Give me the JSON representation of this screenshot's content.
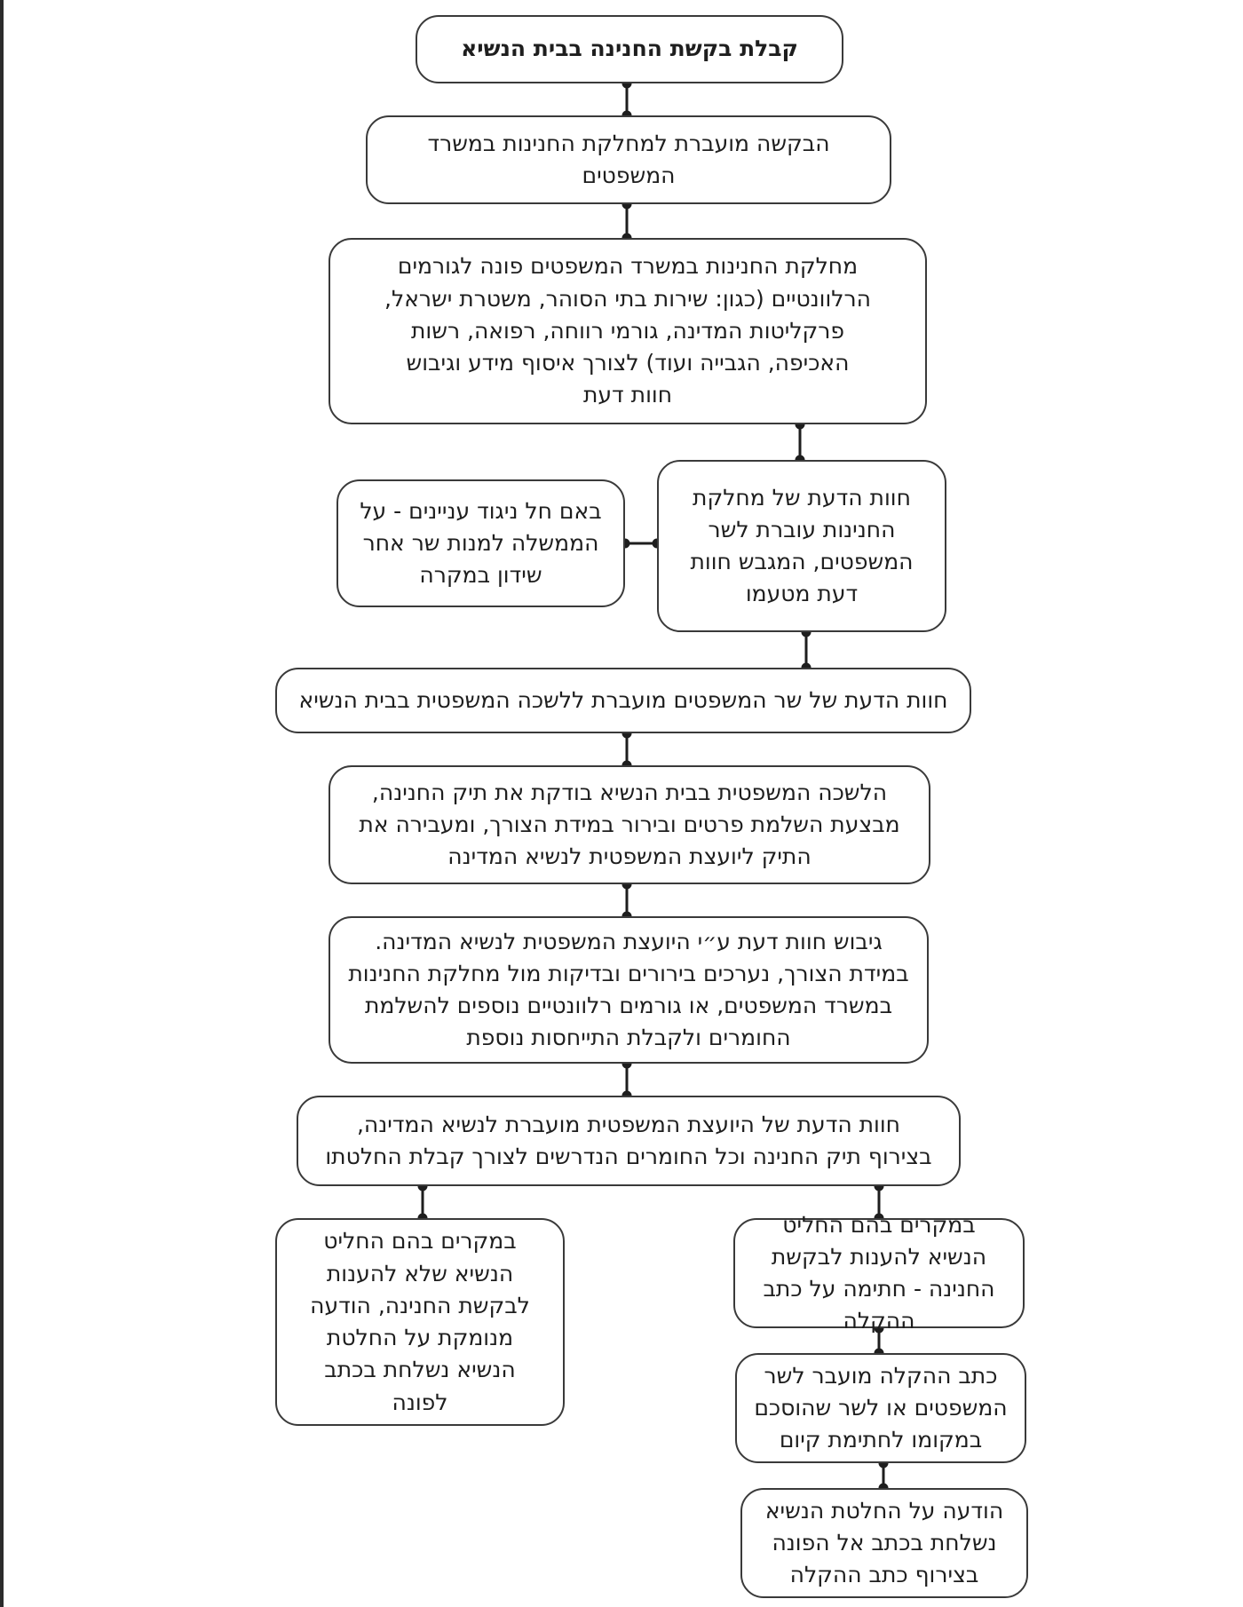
{
  "flowchart": {
    "steps": [
      {
        "id": "n1",
        "text": "קבלת בקשת החנינה בבית הנשיא"
      },
      {
        "id": "n2",
        "text": "הבקשה מועברת למחלקת החנינות במשרד המשפטים"
      },
      {
        "id": "n3",
        "text": "מחלקת החנינות במשרד המשפטים פונה לגורמים הרלוונטיים (כגון: שירות בתי הסוהר, משטרת ישראל, פרקליטות המדינה, גורמי רווחה, רפואה, רשות האכיפה, הגבייה ועוד) לצורך איסוף מידע וגיבוש חוות דעת"
      },
      {
        "id": "n4",
        "text": "חוות הדעת של מחלקת החנינות עוברת לשר המשפטים, המגבש חוות דעת מטעמו"
      },
      {
        "id": "n4b",
        "text": "באם חל ניגוד עניינים - על הממשלה למנות שר אחר שידון במקרה"
      },
      {
        "id": "n5",
        "text": "חוות הדעת של שר המשפטים מועברת ללשכה המשפטית בבית הנשיא"
      },
      {
        "id": "n6",
        "text": "הלשכה המשפטית בבית הנשיא בודקת את תיק החנינה, מבצעת השלמת פרטים ובירור במידת הצורך, ומעבירה את התיק ליועצת המשפטית לנשיא המדינה"
      },
      {
        "id": "n7",
        "text": "גיבוש חוות דעת ע״י היועצת המשפטית לנשיא המדינה. במידת הצורך, נערכים בירורים ובדיקות מול מחלקת החנינות במשרד המשפטים, או גורמים רלוונטיים נוספים להשלמת החומרים ולקבלת התייחסות נוספת"
      },
      {
        "id": "n8",
        "text": "חוות הדעת של היועצת המשפטית מועברת לנשיא המדינה, בצירוף תיק החנינה וכל החומרים הנדרשים לצורך קבלת החלטתו"
      },
      {
        "id": "n9",
        "text": "במקרים בהם החליט הנשיא להענות לבקשת החנינה - חתימה על כתב ההקלה"
      },
      {
        "id": "n10",
        "text": "כתב ההקלה מועבר לשר המשפטים או לשר שהוסכם במקומו לחתימת קיום"
      },
      {
        "id": "n11",
        "text": "הודעה על החלטת הנשיא נשלחת בכתב אל הפונה בצירוף כתב ההקלה"
      },
      {
        "id": "n12",
        "text": "במקרים בהם החליט הנשיא שלא להענות לבקשת החנינה, הודעה מנומקת על החלטת הנשיא נשלחת בכתב לפונה"
      }
    ]
  }
}
